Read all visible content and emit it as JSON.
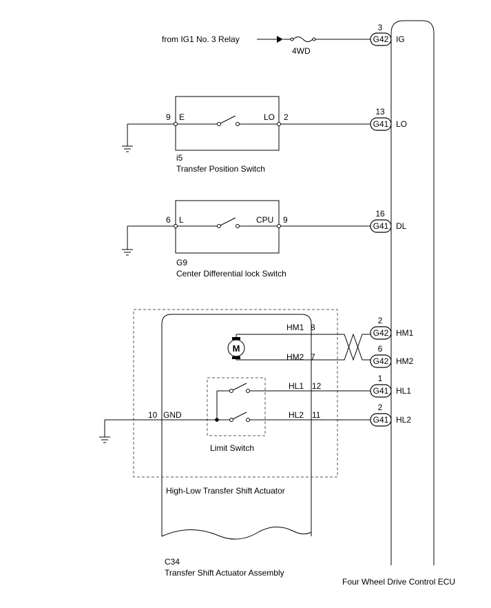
{
  "source": {
    "label": "from IG1 No. 3 Relay",
    "fuse": "4WD"
  },
  "ecu": {
    "name": "Four Wheel Drive Control ECU",
    "pins": [
      {
        "num": "3",
        "conn": "G42",
        "sig": "IG"
      },
      {
        "num": "13",
        "conn": "G41",
        "sig": "LO"
      },
      {
        "num": "16",
        "conn": "G41",
        "sig": "DL"
      },
      {
        "num": "2",
        "conn": "G42",
        "sig": "HM1"
      },
      {
        "num": "6",
        "conn": "G42",
        "sig": "HM2"
      },
      {
        "num": "1",
        "conn": "G41",
        "sig": "HL1"
      },
      {
        "num": "2",
        "conn": "G41",
        "sig": "HL2"
      }
    ]
  },
  "transfer_position_switch": {
    "code": "i5",
    "name": "Transfer Position Switch",
    "left_pin": "9",
    "left_label": "E",
    "right_pin": "2",
    "right_label": "LO"
  },
  "center_diff_switch": {
    "code": "G9",
    "name": "Center Differential lock Switch",
    "left_pin": "6",
    "left_label": "L",
    "right_pin": "9",
    "right_label": "CPU"
  },
  "actuator": {
    "name": "High-Low Transfer Shift Actuator",
    "motor_symbol": "M",
    "hm1_label": "HM1",
    "hm1_pin": "8",
    "hm2_label": "HM2",
    "hm2_pin": "7",
    "hl1_label": "HL1",
    "hl1_pin": "12",
    "hl2_label": "HL2",
    "hl2_pin": "11",
    "gnd_pin": "10",
    "gnd_label": "GND",
    "limit_switch": "Limit Switch"
  },
  "assembly": {
    "code": "C34",
    "name": "Transfer Shift Actuator Assembly"
  }
}
